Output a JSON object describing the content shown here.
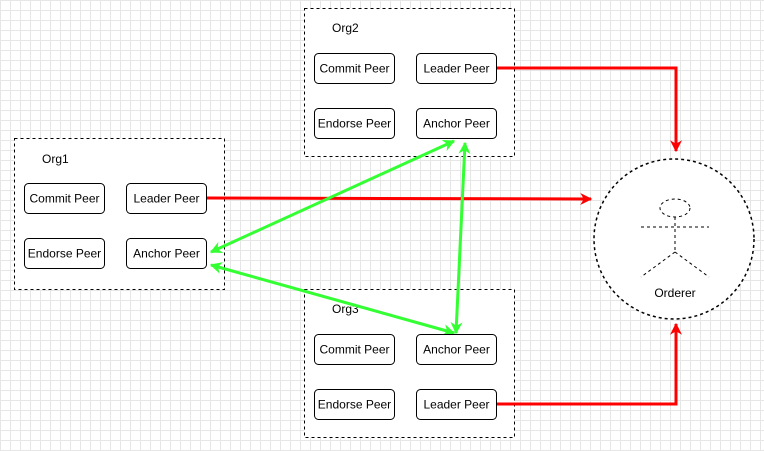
{
  "orgs": {
    "org1": {
      "label": "Org1",
      "commit": "Commit Peer",
      "leader": "Leader Peer",
      "endorse": "Endorse Peer",
      "anchor": "Anchor Peer"
    },
    "org2": {
      "label": "Org2",
      "commit": "Commit Peer",
      "leader": "Leader Peer",
      "endorse": "Endorse Peer",
      "anchor": "Anchor Peer"
    },
    "org3": {
      "label": "Org3",
      "commit": "Commit Peer",
      "anchor": "Anchor Peer",
      "endorse": "Endorse Peer",
      "leader": "Leader Peer"
    }
  },
  "orderer": {
    "label": "Orderer",
    "icon": "actor-icon"
  },
  "colors": {
    "leader_link": "#ff0000",
    "anchor_link": "#33ff33",
    "grid": "#e6e6e6"
  },
  "connections": {
    "leader_to_orderer": [
      {
        "from": "Org1 Leader Peer",
        "to": "Orderer"
      },
      {
        "from": "Org2 Leader Peer",
        "to": "Orderer"
      },
      {
        "from": "Org3 Leader Peer",
        "to": "Orderer"
      }
    ],
    "anchor_gossip": [
      {
        "from": "Org1 Anchor Peer",
        "to": "Org2 Anchor Peer"
      },
      {
        "from": "Org1 Anchor Peer",
        "to": "Org3 Anchor Peer"
      },
      {
        "from": "Org2 Anchor Peer",
        "to": "Org3 Anchor Peer"
      }
    ]
  }
}
